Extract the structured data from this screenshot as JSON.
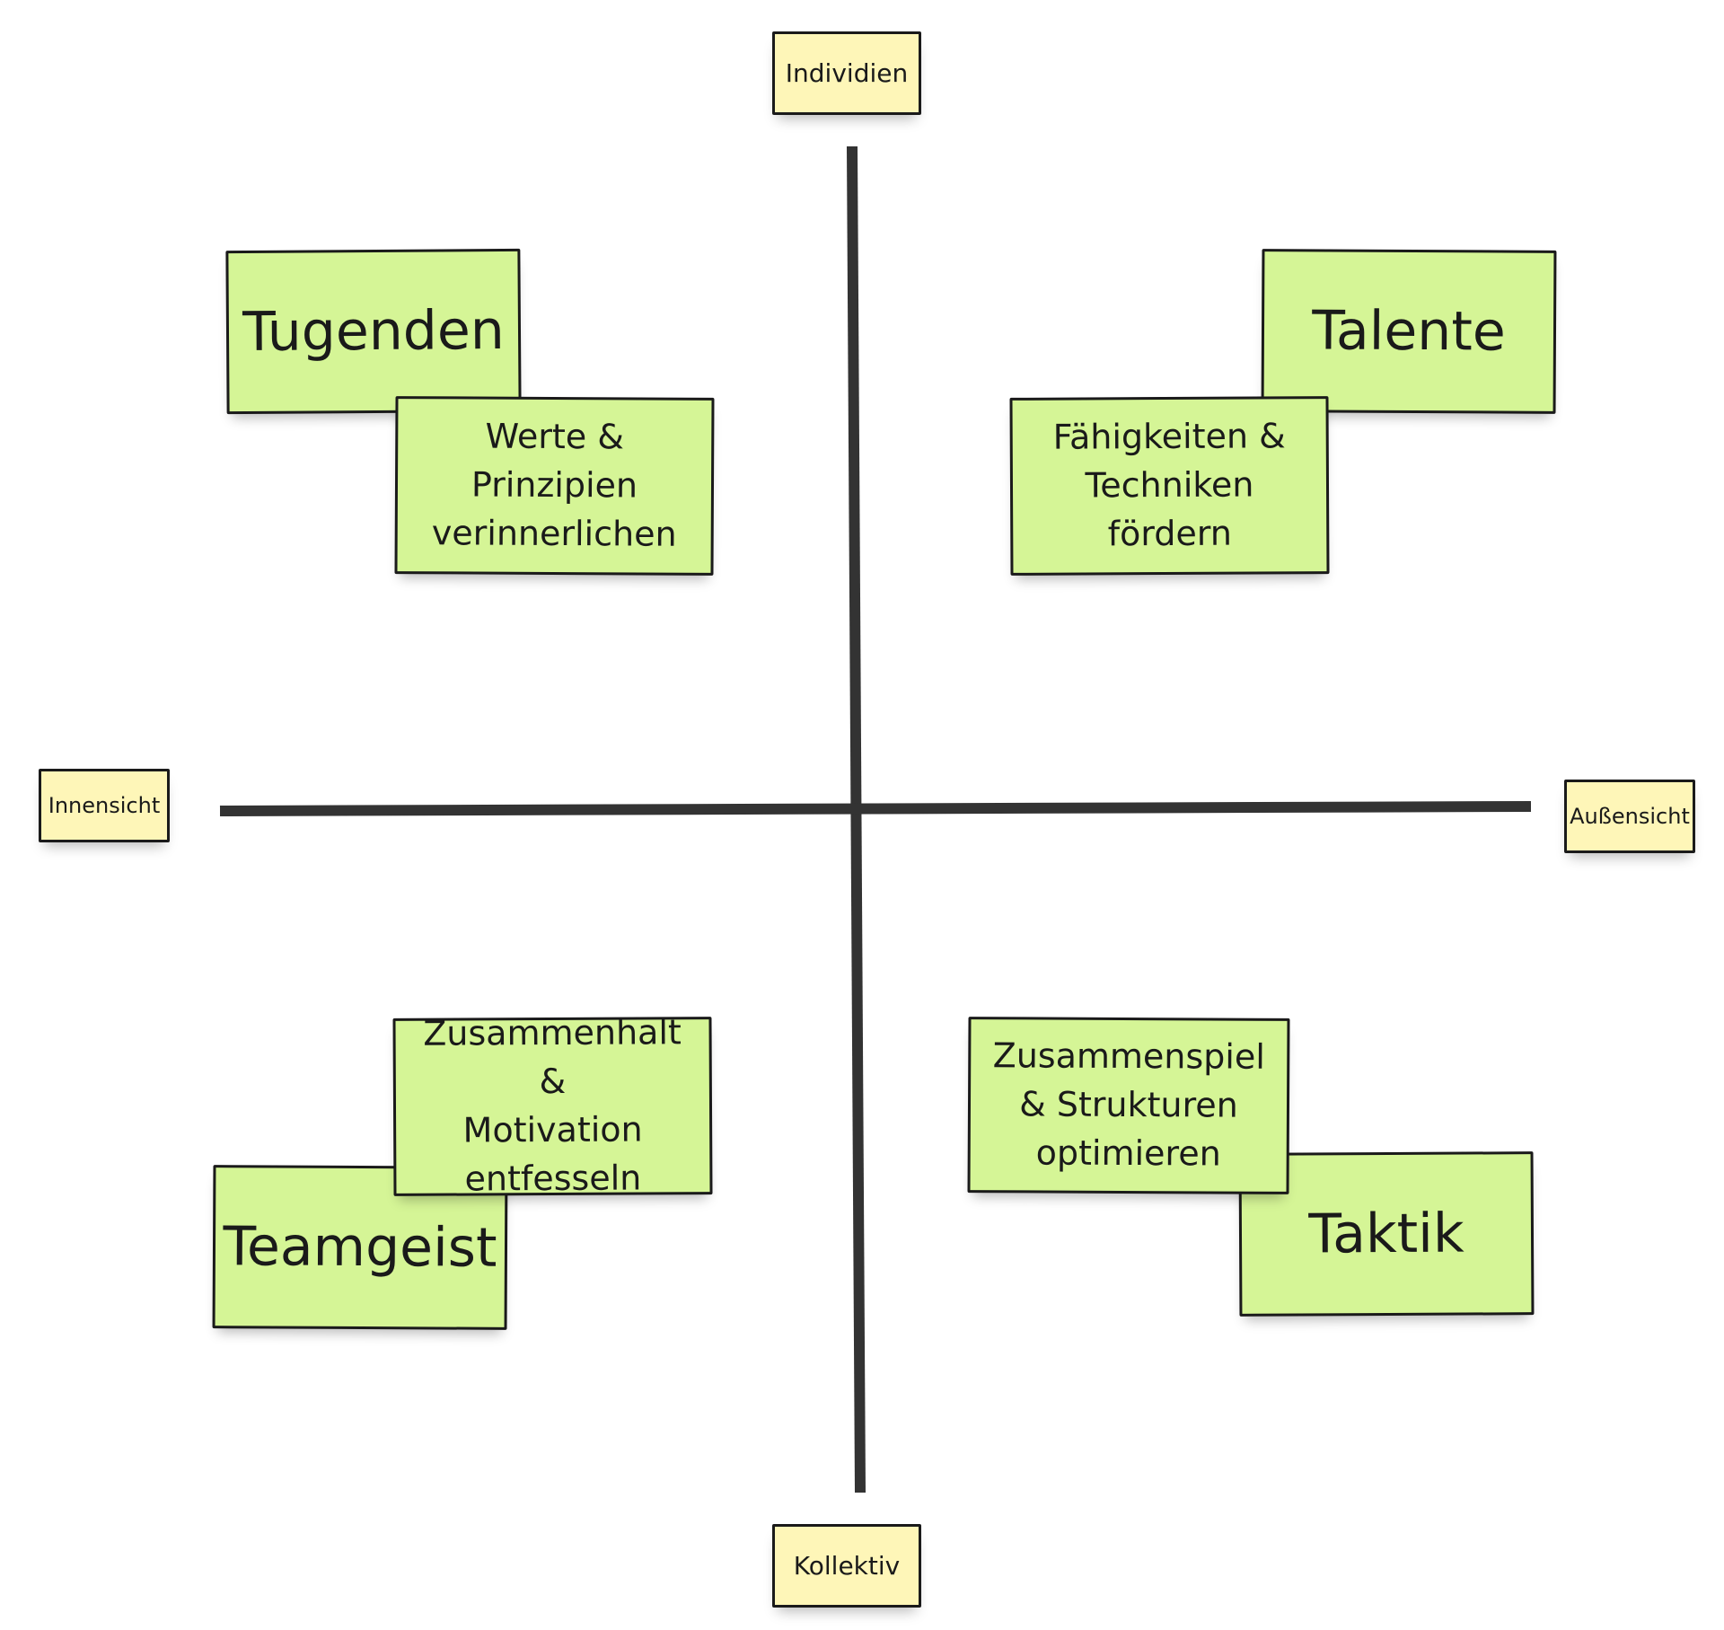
{
  "axes": {
    "top": "Individien",
    "bottom": "Kollektiv",
    "left": "Innensicht",
    "right": "Außensicht"
  },
  "quadrants": {
    "top_left": {
      "title": "Tugenden",
      "detail": [
        "Werte &",
        "Prinzipien",
        "verinnerlichen"
      ]
    },
    "top_right": {
      "title": "Talente",
      "detail": [
        "Fähigkeiten &",
        "Techniken",
        "fördern"
      ]
    },
    "bottom_left": {
      "title": "Teamgeist",
      "detail": [
        "Zusammenhalt &",
        "Motivation",
        "entfesseln"
      ]
    },
    "bottom_right": {
      "title": "Taktik",
      "detail": [
        "Zusammenspiel",
        "& Strukturen",
        "optimieren"
      ]
    }
  },
  "colors": {
    "green_note": "#d5f596",
    "yellow_note": "#fef6b8",
    "line": "#333333",
    "border": "#1a1a1a"
  }
}
